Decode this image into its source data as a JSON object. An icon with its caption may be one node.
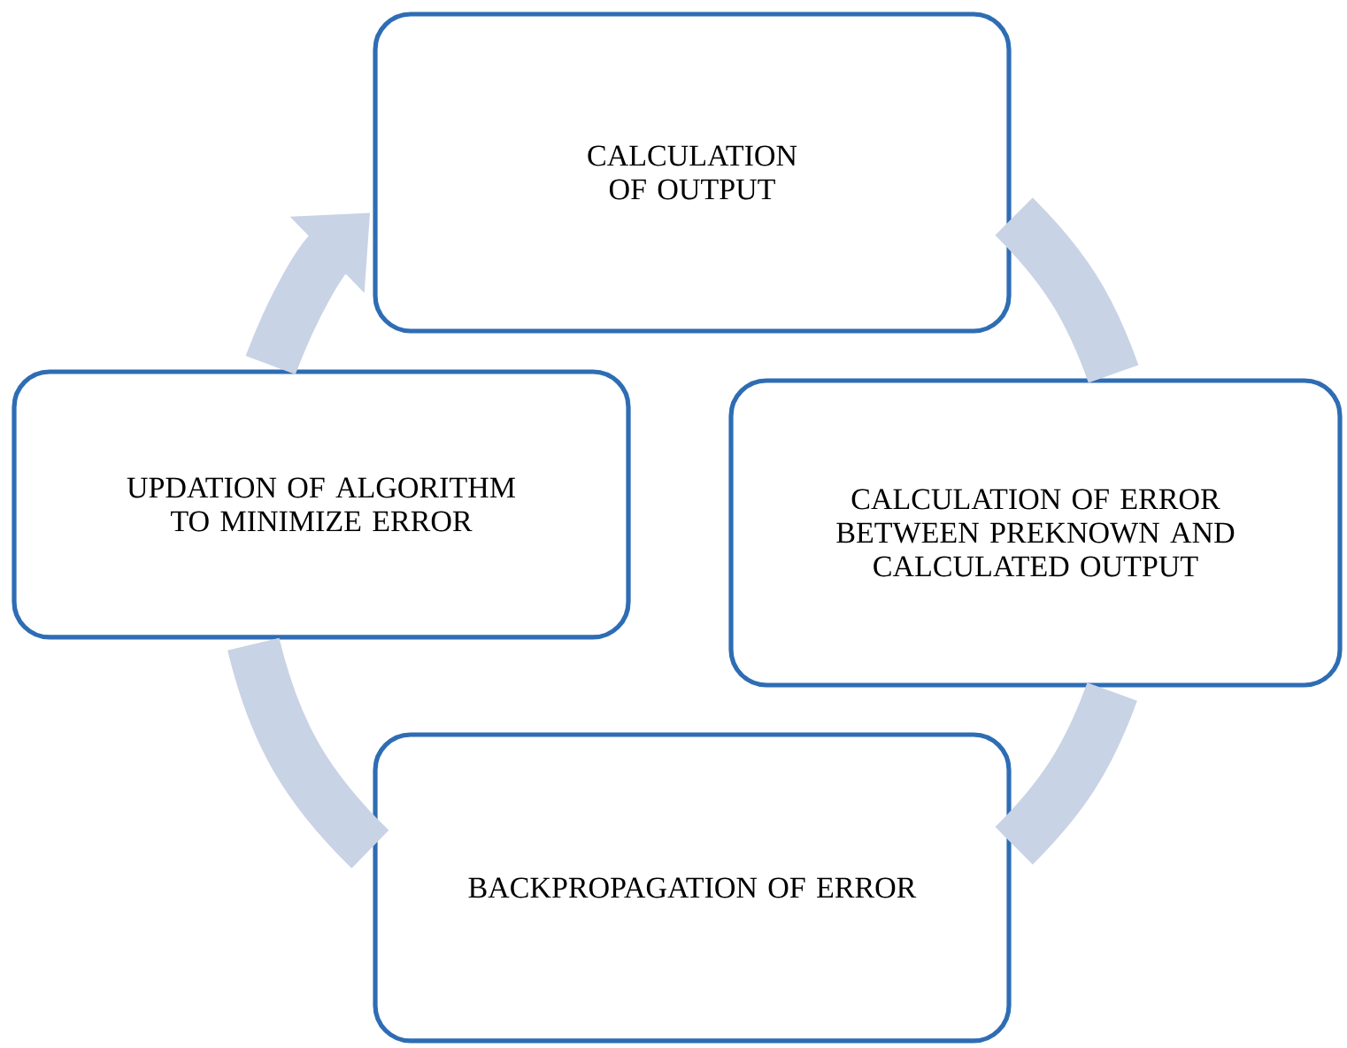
{
  "diagram": {
    "nodes": [
      {
        "text": [
          "CALCULATION OF OUTPUT"
        ]
      },
      {
        "text": [
          "CALCULATION OF ERROR BETWEEN PREKNOWN AND CALCULATED OUTPUT"
        ]
      },
      {
        "text": [
          "BACKPROPAGATION OF ERROR"
        ]
      },
      {
        "text": [
          "UPDATION OF ALGORITHM TO MINIMIZE ERROR"
        ]
      }
    ],
    "edges": [
      {
        "from": 0,
        "to": 1,
        "arrow": "none"
      },
      {
        "from": 1,
        "to": 2,
        "arrow": "none"
      },
      {
        "from": 2,
        "to": 3,
        "arrow": "none"
      },
      {
        "from": 3,
        "to": 0,
        "arrow": "to"
      }
    ]
  }
}
